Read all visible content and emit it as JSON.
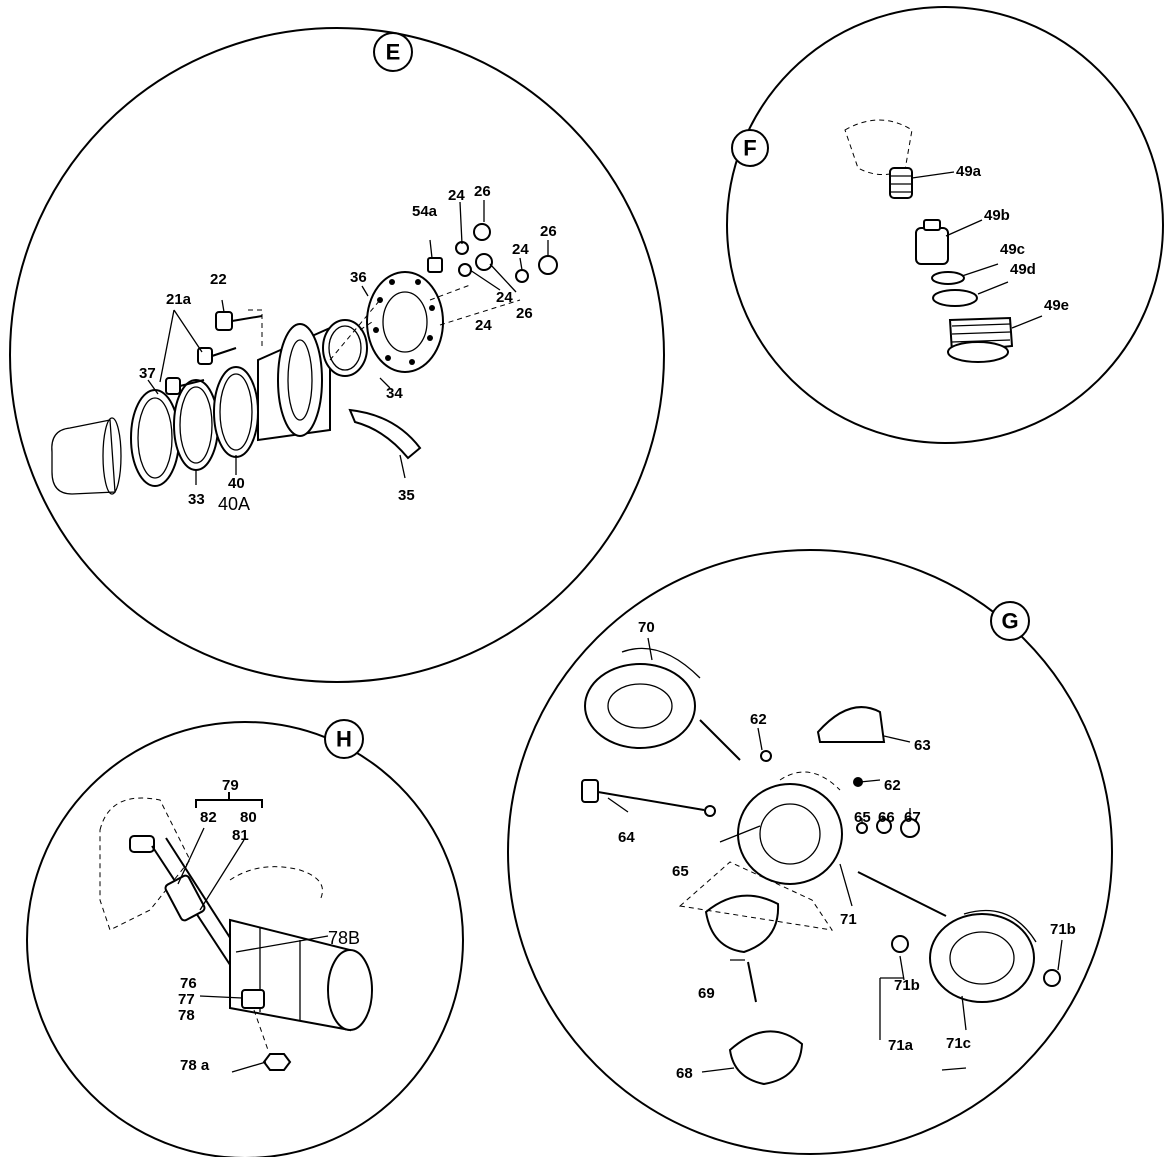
{
  "sections": {
    "E": {
      "badge": "E",
      "labels": [
        "22",
        "21a",
        "37",
        "33",
        "40",
        "40A",
        "36",
        "34",
        "35",
        "54a",
        "24",
        "26",
        "24",
        "26",
        "24",
        "26",
        "24"
      ]
    },
    "F": {
      "badge": "F",
      "labels": [
        "49a",
        "49b",
        "49c",
        "49d",
        "49e"
      ]
    },
    "G": {
      "badge": "G",
      "labels": [
        "70",
        "62",
        "63",
        "62",
        "64",
        "65",
        "65",
        "66",
        "67",
        "71",
        "69",
        "68",
        "71b",
        "71b",
        "71c",
        "71a"
      ]
    },
    "H": {
      "badge": "H",
      "labels": [
        "79",
        "82",
        "80",
        "81",
        "78B",
        "76",
        "77",
        "78",
        "78 a"
      ]
    }
  }
}
